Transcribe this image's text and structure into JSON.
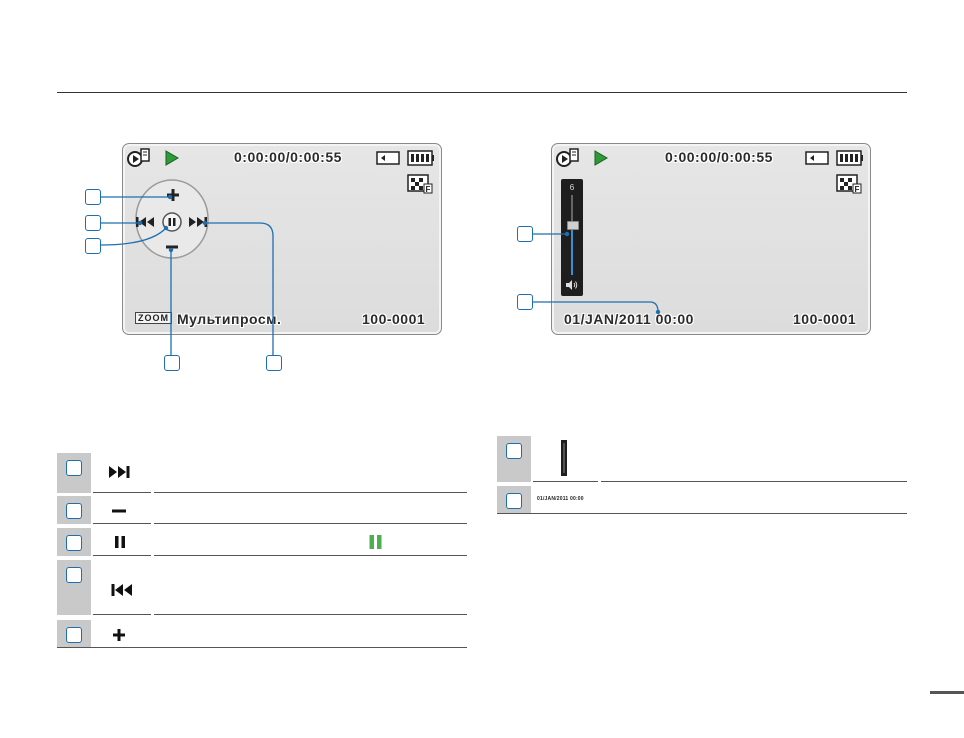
{
  "left_screen": {
    "time": "0:00:00/0:00:55",
    "zoom_label": "ZOOM",
    "status_text": "Мультипросм.",
    "file_number": "100-0001"
  },
  "right_screen": {
    "time": "0:00:00/0:00:55",
    "volume_value": "6",
    "date_time": "01/JAN/2011 00:00",
    "file_number": "100-0001"
  },
  "right_table": {
    "date_sample": "01/JAN/2011 00:00"
  },
  "colors": {
    "callout_blue": "#1f6fb0",
    "play_green": "#2e9a3a",
    "pause_green": "#4caf50"
  },
  "icons": [
    "playback-mode-icon",
    "play-icon",
    "memory-card-icon",
    "battery-icon",
    "quality-icon",
    "plus-icon",
    "minus-icon",
    "skip-back-icon",
    "skip-forward-icon",
    "pause-icon",
    "speaker-icon",
    "volume-slider-icon"
  ]
}
